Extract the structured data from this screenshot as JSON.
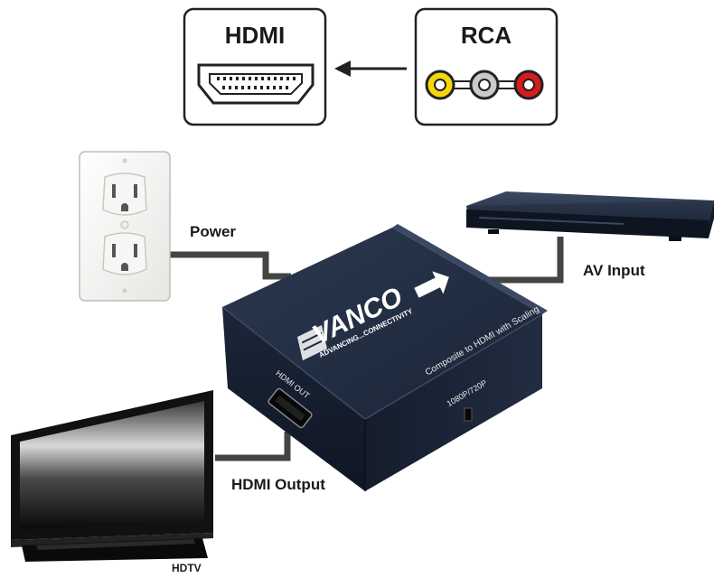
{
  "legend": {
    "hdmi_title": "HDMI",
    "rca_title": "RCA",
    "rca_plug_colors": [
      "#f4d60a",
      "#c9c9c9",
      "#d81b1b"
    ]
  },
  "labels": {
    "power": "Power",
    "av_input": "AV Input",
    "hdmi_output": "HDMI Output",
    "hdtv": "HDTV"
  },
  "device": {
    "brand_logo": "VANCO",
    "brand_tagline": "ADVANCING...CONNECTIVITY",
    "model_text": "Composite to HDMI with Scaling",
    "port_label": "HDMI OUT",
    "switch_label": "1080P/720P"
  },
  "colors": {
    "device_body": "#1f2a3d",
    "cable": "#444444"
  }
}
